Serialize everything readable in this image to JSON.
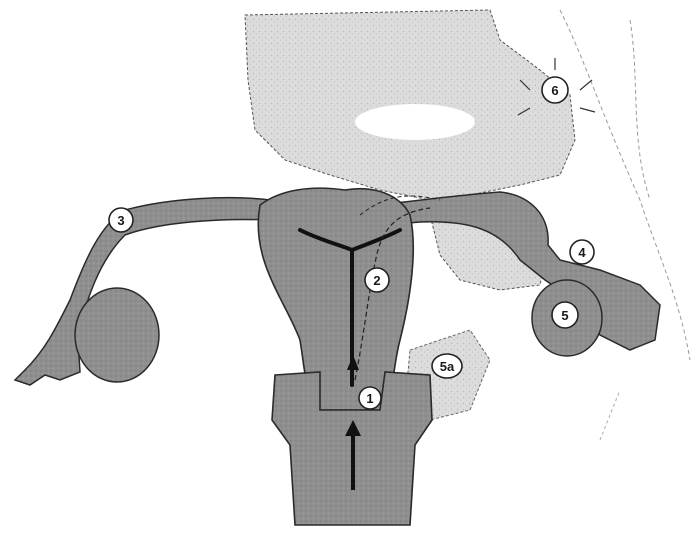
{
  "figure": {
    "colors": {
      "organ": "#8c8c8c",
      "organ_dark": "#6e6e6e",
      "peritoneum": "#d9d9d9",
      "outline": "#2a2a2a",
      "arrow": "#111111"
    },
    "labels": {
      "l1": "1",
      "l2": "2",
      "l3": "3",
      "l4": "4",
      "l5": "5",
      "l5a": "5a",
      "l6": "6"
    }
  }
}
